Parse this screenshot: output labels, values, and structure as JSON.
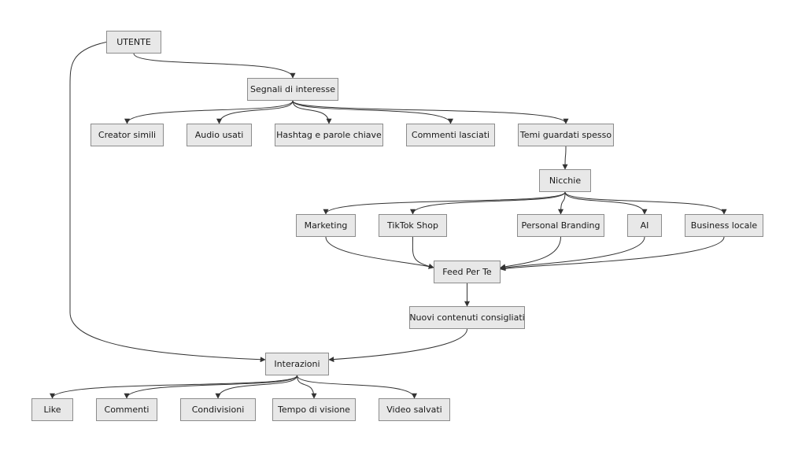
{
  "nodes": {
    "utente": "UTENTE",
    "segnali": "Segnali di interesse",
    "creator": "Creator simili",
    "audio": "Audio usati",
    "hashtag": "Hashtag e parole chiave",
    "commenti_lasciati": "Commenti lasciati",
    "temi": "Temi guardati spesso",
    "nicchie": "Nicchie",
    "marketing": "Marketing",
    "tiktok": "TikTok Shop",
    "branding": "Personal Branding",
    "ai": "AI",
    "business": "Business locale",
    "feed": "Feed Per Te",
    "nuovi": "Nuovi contenuti consigliati",
    "interazioni": "Interazioni",
    "like": "Like",
    "commenti": "Commenti",
    "condivisioni": "Condivisioni",
    "tempo": "Tempo di visione",
    "video": "Video salvati"
  },
  "edges": [
    [
      "utente",
      "segnali"
    ],
    [
      "utente",
      "interazioni"
    ],
    [
      "segnali",
      "creator"
    ],
    [
      "segnali",
      "audio"
    ],
    [
      "segnali",
      "hashtag"
    ],
    [
      "segnali",
      "commenti_lasciati"
    ],
    [
      "segnali",
      "temi"
    ],
    [
      "temi",
      "nicchie"
    ],
    [
      "nicchie",
      "marketing"
    ],
    [
      "nicchie",
      "tiktok"
    ],
    [
      "nicchie",
      "branding"
    ],
    [
      "nicchie",
      "ai"
    ],
    [
      "nicchie",
      "business"
    ],
    [
      "marketing",
      "feed"
    ],
    [
      "tiktok",
      "feed"
    ],
    [
      "branding",
      "feed"
    ],
    [
      "ai",
      "feed"
    ],
    [
      "business",
      "feed"
    ],
    [
      "feed",
      "nuovi"
    ],
    [
      "nuovi",
      "interazioni"
    ],
    [
      "interazioni",
      "like"
    ],
    [
      "interazioni",
      "commenti"
    ],
    [
      "interazioni",
      "condivisioni"
    ],
    [
      "interazioni",
      "tempo"
    ],
    [
      "interazioni",
      "video"
    ]
  ]
}
